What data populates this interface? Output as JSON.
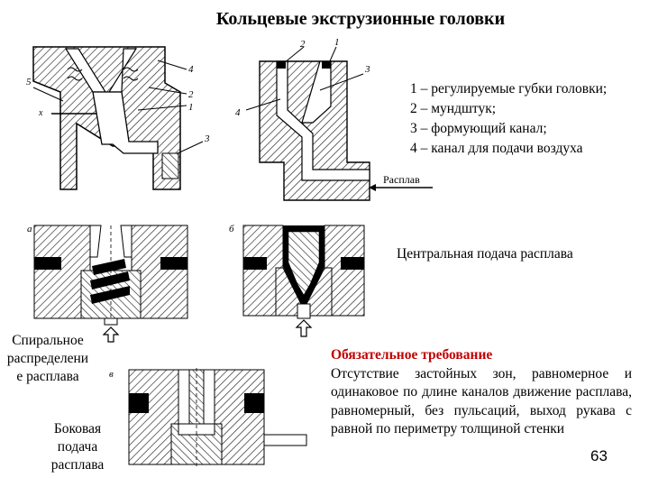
{
  "slide": {
    "title": "Кольцевые экструзионные головки",
    "page_number": "63"
  },
  "legend": {
    "items": [
      "1 – регулируемые губки головки;",
      "2 – мундштук;",
      "3 – формующий канал;",
      "4 – канал для подачи воздуха"
    ]
  },
  "figures": {
    "fig1_labels": [
      "5",
      "x",
      "4",
      "2",
      "1",
      "3"
    ],
    "fig2_labels": [
      "2",
      "1",
      "3",
      "4"
    ],
    "fig2_melt": "Расплав",
    "panel_a": "а",
    "panel_b": "б",
    "panel_c": "в"
  },
  "captions": {
    "central": "Центральная подача расплава",
    "spiral": "Спиральное распределени е расплава",
    "side": "Боковая подача расплава"
  },
  "requirement": {
    "heading": "Обязательное требование",
    "body": "Отсутствие застойных зон, равномерное и одинаковое по длине каналов движение расплава, равномерный, без пульсаций, выход рукава с равной по периметру толщиной стенки"
  }
}
